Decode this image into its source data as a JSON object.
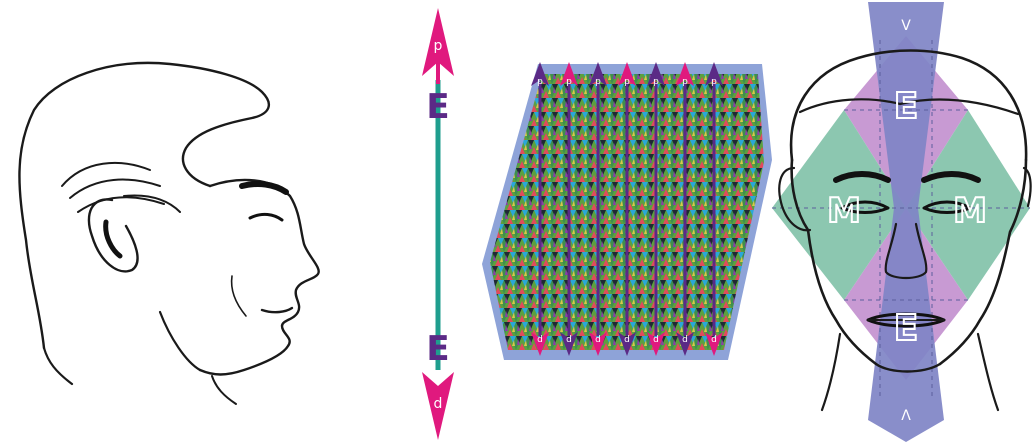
{
  "diagram": {
    "arrow": {
      "top_tip_letter": "p",
      "top_label": "E",
      "bottom_label": "E",
      "bottom_tip_letter": "d"
    },
    "field": {
      "column_count": 7,
      "top_tip_letter": "p",
      "bottom_tip_letter": "d"
    },
    "face_overlay": {
      "top_vertex_label": "V",
      "bottom_vertex_label": "Λ",
      "upper_diamond_label": "E",
      "lower_diamond_label": "E",
      "left_cheek_label": "M",
      "right_cheek_label": "M"
    },
    "colors": {
      "magenta": "#e0197e",
      "purple": "#5b2a86",
      "teal": "#1f9e8e",
      "blue_field": "#8ea3d8",
      "slate_band": "#7f84c6",
      "pink_diamond": "#c89ad3",
      "green_diamond": "#8cc7b0",
      "line_black": "#1a1a1a"
    }
  }
}
